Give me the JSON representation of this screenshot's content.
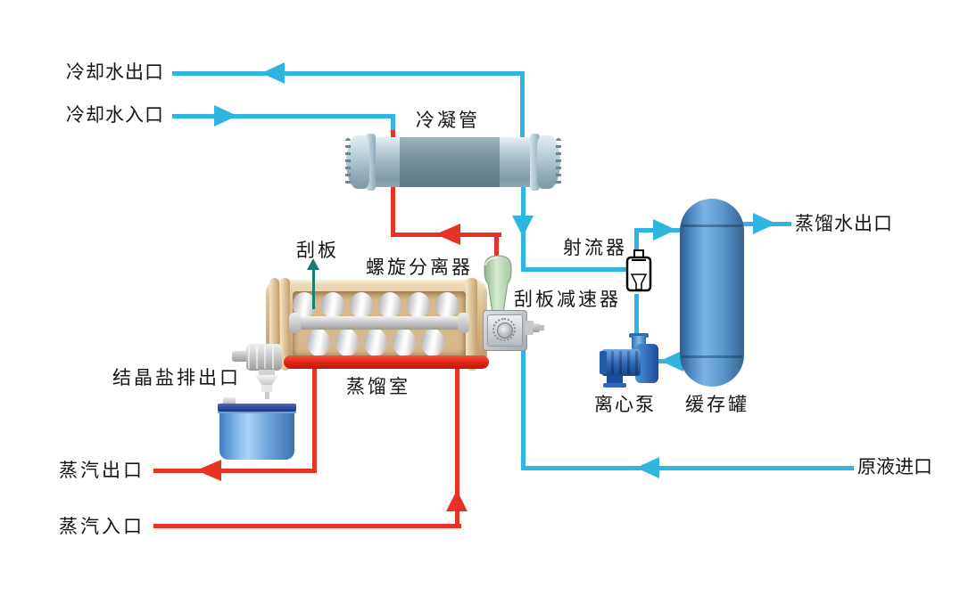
{
  "diagram": {
    "labels": {
      "cooling_water_outlet": "冷却水出口",
      "cooling_water_inlet": "冷却水入口",
      "condenser": "冷凝管",
      "scraper": "刮板",
      "spiral_separator": "螺旋分离器",
      "ejector": "射流器",
      "distilled_water_outlet": "蒸馏水出口",
      "scraper_reducer": "刮板减速器",
      "salt_discharge_outlet": "结晶盐排出口",
      "distillation_chamber": "蒸馏室",
      "centrifugal_pump": "离心泵",
      "buffer_tank": "缓存罐",
      "steam_outlet": "蒸汽出口",
      "steam_inlet": "蒸汽入口",
      "raw_liquid_inlet": "原液进口"
    },
    "colors": {
      "water_line": "#2EB6E0",
      "steam_line": "#E63326",
      "scraper_arrow": "#177D6E",
      "background": "#FFFFFF",
      "text": "#141414"
    }
  }
}
